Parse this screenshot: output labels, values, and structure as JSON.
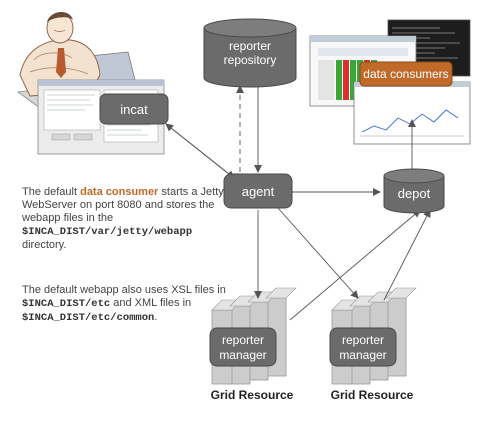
{
  "colors": {
    "node_fill": "#6b6b6b",
    "node_stroke": "#4a4a4a",
    "accent": "#c06a2a",
    "arrow": "#555555",
    "server": "#c8c8c8"
  },
  "nodes": {
    "repository": [
      "reporter",
      "repository"
    ],
    "incat": "incat",
    "data_consumers": "data consumers",
    "agent": "agent",
    "depot": "depot",
    "manager_left": [
      "reporter",
      "manager"
    ],
    "manager_right": [
      "reporter",
      "manager"
    ]
  },
  "grid_left_label": "Grid Resource",
  "grid_right_label": "Grid Resource",
  "description": {
    "p1_pre": "The default ",
    "p1_highlight": "data consumer",
    "p1_mid": " starts a Jetty WebServer on port 8080 and stores the webapp files in the ",
    "p1_code": "$INCA_DIST/var/jetty/webapp",
    "p1_post": " directory.",
    "p2_pre": "The default webapp also uses XSL files in ",
    "p2_code1": "$INCA_DIST/etc",
    "p2_mid": " and XML files in ",
    "p2_code2": "$INCA_DIST/etc/common",
    "p2_post": "."
  }
}
